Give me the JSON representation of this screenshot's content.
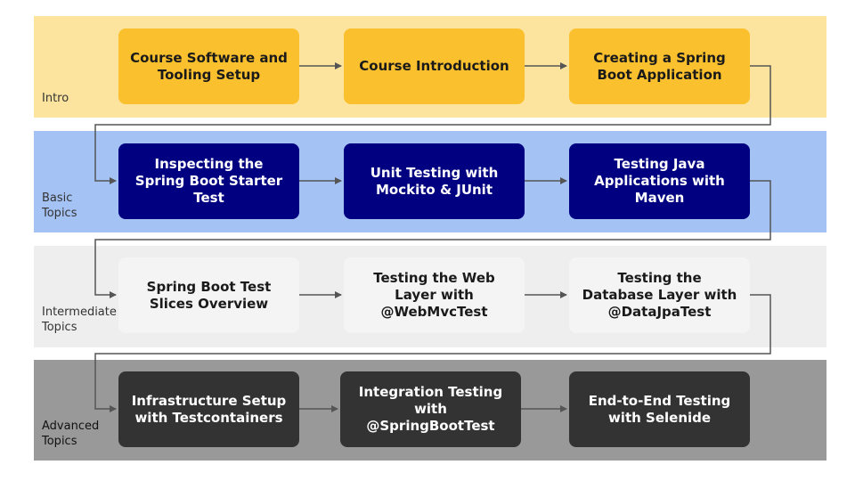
{
  "colors": {
    "intro_band": "#fde49e",
    "basic_band": "#a4c2f4",
    "intermediate_band": "#eeeeee",
    "advanced_band": "#999999",
    "intro_box": "#fbc02d",
    "basic_box": "#000080",
    "intermediate_box": "#f4f4f4",
    "advanced_box": "#333333",
    "connector": "#555555"
  },
  "sections": [
    {
      "label": "Intro",
      "steps": [
        "Course Software and Tooling Setup",
        "Course Introduction",
        "Creating a Spring Boot Application"
      ]
    },
    {
      "label": "Basic Topics",
      "steps": [
        "Inspecting the Spring Boot Starter Test",
        "Unit Testing with Mockito & JUnit",
        "Testing Java Applications with Maven"
      ]
    },
    {
      "label": "Intermediate Topics",
      "steps": [
        "Spring Boot Test Slices Overview",
        "Testing the Web Layer with @WebMvcTest",
        "Testing the Database Layer with @DataJpaTest"
      ]
    },
    {
      "label": "Advanced Topics",
      "steps": [
        "Infrastructure Setup with Testcontainers",
        "Integration Testing with @SpringBootTest",
        "End-to-End Testing with Selenide"
      ]
    }
  ]
}
